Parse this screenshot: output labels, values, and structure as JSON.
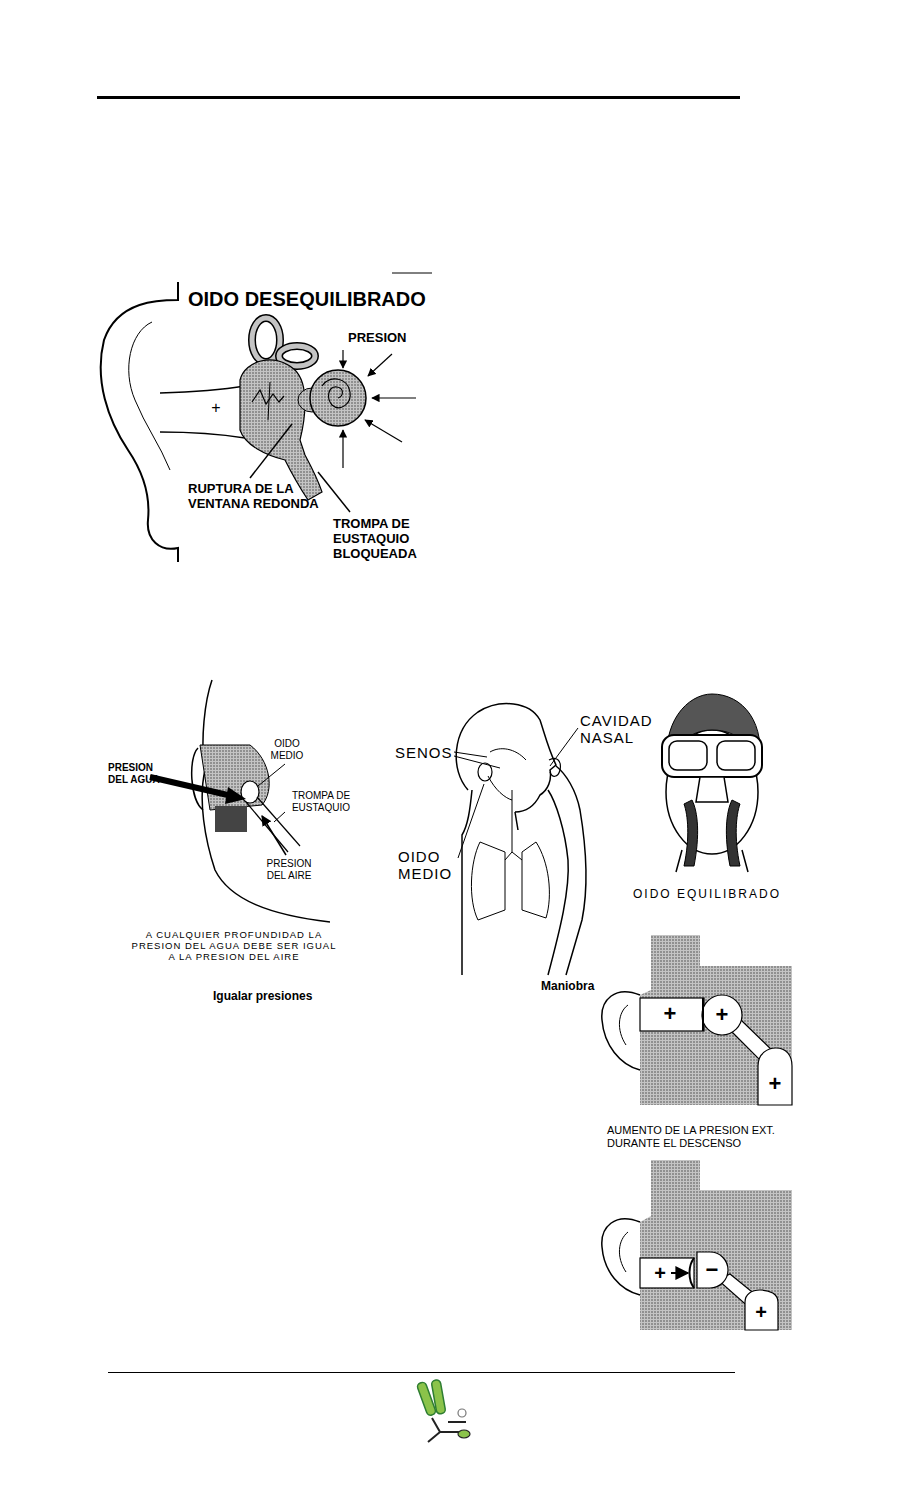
{
  "diagram": {
    "labels": [
      "OIDO DESEQUILIBRADO",
      "PRESION",
      "+",
      "RUPTURA DE LA VENTANA REDONDA",
      "TROMPA DE EUSTAQUIO BLOQUEADA",
      "PRESION DEL AGUA",
      "OIDO MEDIO",
      "TROMPA DE EUSTAQUIO",
      "PRESION DEL AIRE",
      "A CUALQUIER PROFUNDIDAD LA PRESION DEL AGUA DEBE SER IGUAL A LA PRESION DEL AIRE",
      "Igualar presiones",
      "SENOS",
      "CAVIDAD NASAL",
      "OIDO MEDIO",
      "OIDO EQUILIBRADO",
      "Maniobra",
      "+",
      "+",
      "+",
      "AUMENTO DE LA PRESION EXT. DURANTE EL DESCENSO",
      "+",
      "−",
      "+"
    ]
  }
}
